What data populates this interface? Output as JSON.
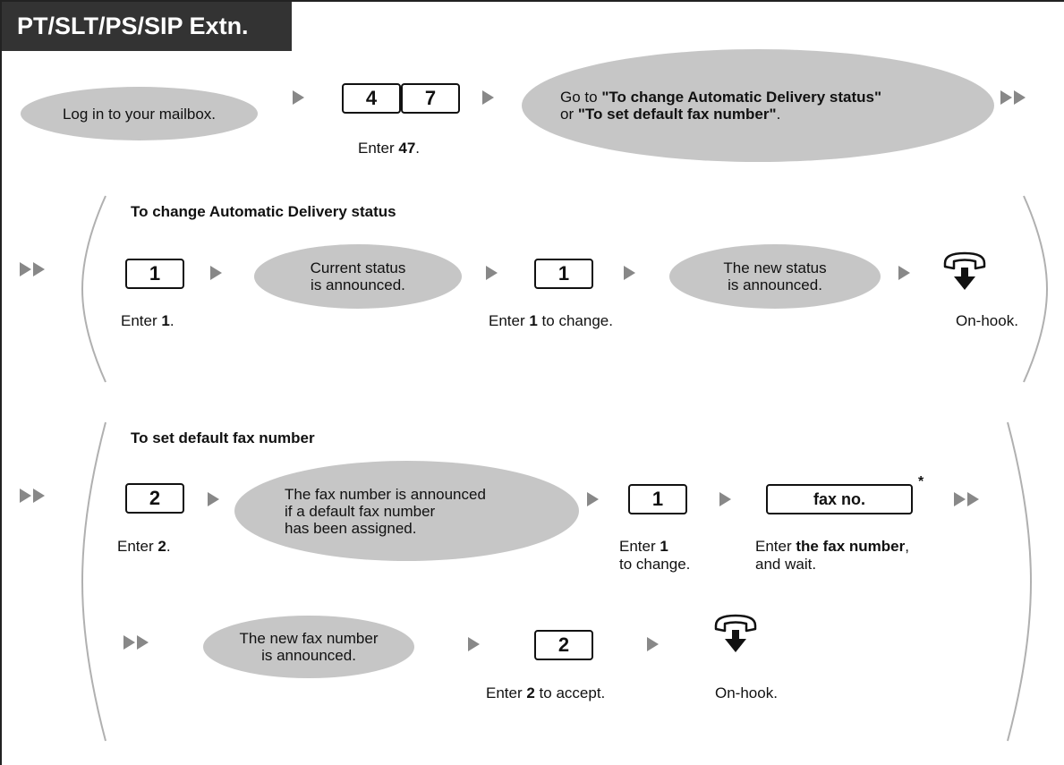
{
  "header": {
    "title": "PT/SLT/PS/SIP Extn."
  },
  "top_row": {
    "login": "Log in to your mailbox.",
    "keys": [
      "4",
      "7"
    ],
    "enter_prefix": "Enter ",
    "enter_value": "47",
    "enter_suffix": ".",
    "goto_prefix": "Go to ",
    "goto_option1": "\"To change Automatic Delivery status\"",
    "goto_or": "or ",
    "goto_option2": "\"To set default fax number\"",
    "goto_suffix": "."
  },
  "section1": {
    "title": "To change Automatic Delivery status",
    "key1": "1",
    "caption1_prefix": "Enter ",
    "caption1_value": "1",
    "caption1_suffix": ".",
    "pill1": "Current status\nis announced.",
    "key2": "1",
    "caption2_prefix": "Enter ",
    "caption2_value": "1",
    "caption2_suffix": " to change.",
    "pill2": "The new status\nis announced.",
    "onhook": "On-hook."
  },
  "section2": {
    "title": "To set default fax number",
    "key1": "2",
    "caption1_prefix": "Enter ",
    "caption1_value": "2",
    "caption1_suffix": ".",
    "pill1": "The fax number is announced\nif a default fax number\nhas been assigned.",
    "key2": "1",
    "caption2_prefix": "Enter ",
    "caption2_value": "1",
    "caption2_line2": "to change.",
    "fax_key": "fax no.",
    "asterisk": "*",
    "caption3_prefix": "Enter ",
    "caption3_value": "the fax number",
    "caption3_suffix": ",",
    "caption3_line2": "and wait.",
    "pill2": "The new fax number\n is announced.",
    "key3": "2",
    "caption4_prefix": "Enter ",
    "caption4_value": "2",
    "caption4_suffix": " to accept.",
    "onhook": "On-hook."
  },
  "colors": {
    "header_bg": "#333333",
    "pill_bg": "#c6c6c6",
    "arrow": "#888888",
    "bracket": "#b0b0b0"
  }
}
